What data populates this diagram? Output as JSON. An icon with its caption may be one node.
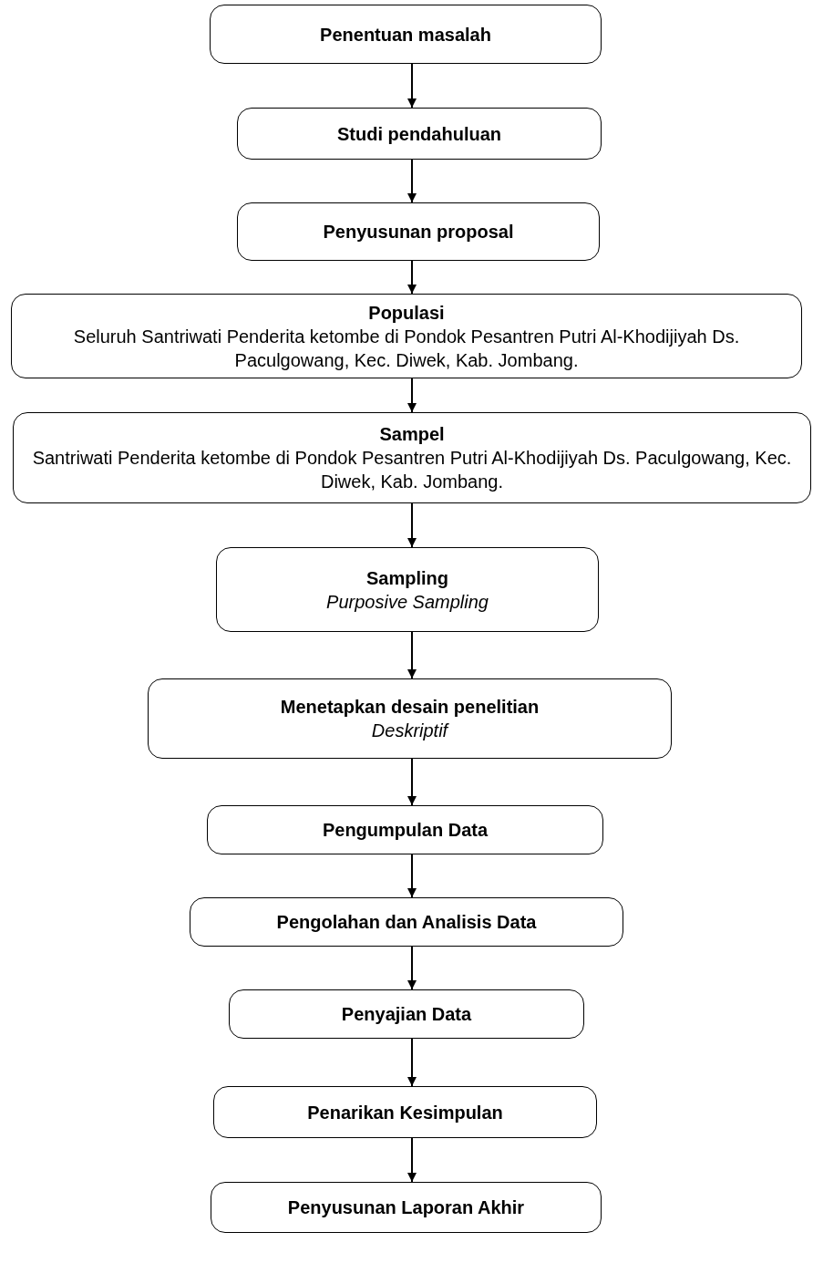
{
  "diagram": {
    "nodes": [
      {
        "text": [
          "Penentuan masalah"
        ]
      },
      {
        "text": [
          "Studi pendahuluan"
        ]
      },
      {
        "text": [
          "Penyusunan proposal"
        ]
      },
      {
        "text": [
          "Populasi",
          "Seluruh Santriwati Penderita ketombe di Pondok Pesantren Putri Al-Khodijiyah Ds. Paculgowang, Kec. Diwek, Kab. Jombang."
        ]
      },
      {
        "text": [
          "Sampel",
          "Santriwati Penderita ketombe di Pondok Pesantren Putri Al-Khodijiyah Ds. Paculgowang, Kec. Diwek, Kab. Jombang."
        ]
      },
      {
        "text": [
          "Sampling",
          "Purposive Sampling"
        ]
      },
      {
        "text": [
          "Menetapkan desain penelitian",
          "Deskriptif"
        ]
      },
      {
        "text": [
          "Pengumpulan Data"
        ]
      },
      {
        "text": [
          "Pengolahan dan Analisis Data"
        ]
      },
      {
        "text": [
          "Penyajian Data"
        ]
      },
      {
        "text": [
          "Penarikan Kesimpulan"
        ]
      },
      {
        "text": [
          "Penyusunan Laporan Akhir"
        ]
      }
    ],
    "edges": [
      {
        "from": 0,
        "to": 1,
        "arrow": "to"
      },
      {
        "from": 1,
        "to": 2,
        "arrow": "to"
      },
      {
        "from": 2,
        "to": 3,
        "arrow": "to"
      },
      {
        "from": 3,
        "to": 4,
        "arrow": "to"
      },
      {
        "from": 4,
        "to": 5,
        "arrow": "to"
      },
      {
        "from": 5,
        "to": 6,
        "arrow": "to"
      },
      {
        "from": 6,
        "to": 7,
        "arrow": "to"
      },
      {
        "from": 7,
        "to": 8,
        "arrow": "to"
      },
      {
        "from": 8,
        "to": 9,
        "arrow": "to"
      },
      {
        "from": 9,
        "to": 10,
        "arrow": "to"
      },
      {
        "from": 10,
        "to": 11,
        "arrow": "to"
      }
    ]
  }
}
